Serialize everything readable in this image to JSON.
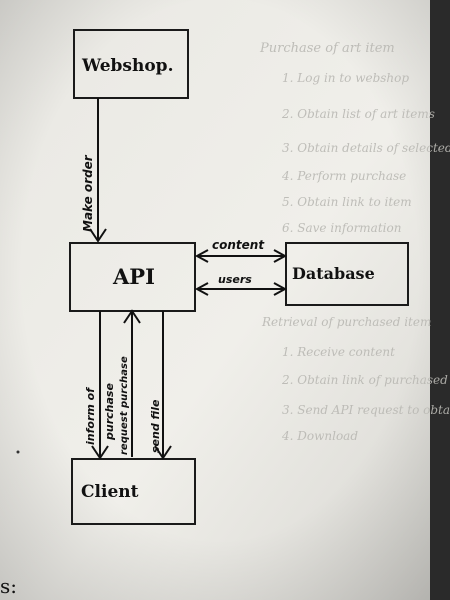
{
  "diagram": {
    "nodes": {
      "webshop": "Webshop.",
      "api": "API",
      "database": "Database",
      "client": "Client"
    },
    "edges": {
      "make_order": "Make order",
      "content": "content",
      "users": "users",
      "inform_of_purchase": [
        "inform of",
        "purchase"
      ],
      "request_purchase": "request purchase",
      "send_file": "send file"
    }
  },
  "page_bottom_text": "s:"
}
